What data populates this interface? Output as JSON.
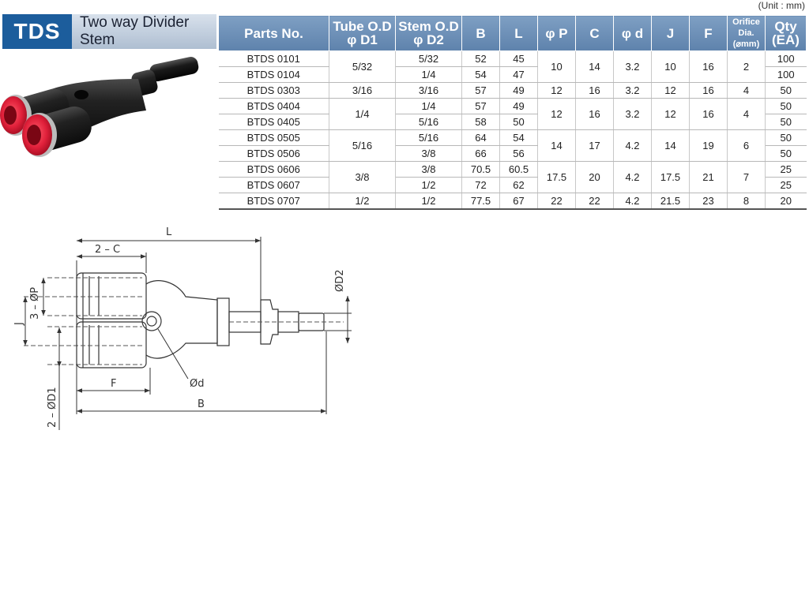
{
  "header": {
    "code": "TDS",
    "subtitle": "Two way Divider Stem",
    "unit_note": "(Unit : mm)"
  },
  "table": {
    "headers": [
      {
        "line1": "Parts No.",
        "line2": ""
      },
      {
        "line1": "Tube O.D",
        "line2": "φ D1"
      },
      {
        "line1": "Stem O.D",
        "line2": "φ D2"
      },
      {
        "line1": "B",
        "line2": ""
      },
      {
        "line1": "L",
        "line2": ""
      },
      {
        "line1": "φ P",
        "line2": ""
      },
      {
        "line1": "C",
        "line2": ""
      },
      {
        "line1": "φ d",
        "line2": ""
      },
      {
        "line1": "J",
        "line2": ""
      },
      {
        "line1": "F",
        "line2": ""
      },
      {
        "line1": "Orifice Dia.",
        "line2": "(⌀mm)"
      },
      {
        "line1": "Qty",
        "line2": "(EA)"
      }
    ],
    "rows": [
      [
        "BTDS 0101",
        "5/32",
        "5/32",
        "52",
        "45",
        "10",
        "14",
        "3.2",
        "10",
        "16",
        "2",
        "100"
      ],
      [
        "BTDS 0104",
        "5/32",
        "1/4",
        "54",
        "47",
        "10",
        "14",
        "3.2",
        "10",
        "16",
        "2",
        "100"
      ],
      [
        "BTDS 0303",
        "3/16",
        "3/16",
        "57",
        "49",
        "12",
        "16",
        "3.2",
        "12",
        "16",
        "4",
        "50"
      ],
      [
        "BTDS 0404",
        "1/4",
        "1/4",
        "57",
        "49",
        "12",
        "16",
        "3.2",
        "12",
        "16",
        "4",
        "50"
      ],
      [
        "BTDS 0405",
        "1/4",
        "5/16",
        "58",
        "50",
        "12",
        "16",
        "3.2",
        "12",
        "16",
        "4",
        "50"
      ],
      [
        "BTDS 0505",
        "5/16",
        "5/16",
        "64",
        "54",
        "14",
        "17",
        "4.2",
        "14",
        "19",
        "6",
        "50"
      ],
      [
        "BTDS 0506",
        "5/16",
        "3/8",
        "66",
        "56",
        "14",
        "17",
        "4.2",
        "14",
        "19",
        "6",
        "50"
      ],
      [
        "BTDS 0606",
        "3/8",
        "3/8",
        "70.5",
        "60.5",
        "17.5",
        "20",
        "4.2",
        "17.5",
        "21",
        "7",
        "25"
      ],
      [
        "BTDS 0607",
        "3/8",
        "1/2",
        "72",
        "62",
        "17.5",
        "20",
        "4.2",
        "17.5",
        "21",
        "7",
        "25"
      ],
      [
        "BTDS 0707",
        "1/2",
        "1/2",
        "77.5",
        "67",
        "22",
        "22",
        "4.2",
        "21.5",
        "23",
        "8",
        "20"
      ]
    ]
  },
  "drawing_labels": {
    "L": "L",
    "two_c": "2 – C",
    "phi_d2": "ØD2",
    "three_phi_p": "3 – ØP",
    "j": "J",
    "phi_d": "Ød",
    "f": "F",
    "b": "B",
    "two_phi_d1": "2 – ØD1"
  },
  "colors": {
    "badge_blue": "#1c5d9c",
    "header_blue": "#6b8db5",
    "fitting_red": "#e0203a",
    "fitting_black": "#1a1a1a"
  }
}
